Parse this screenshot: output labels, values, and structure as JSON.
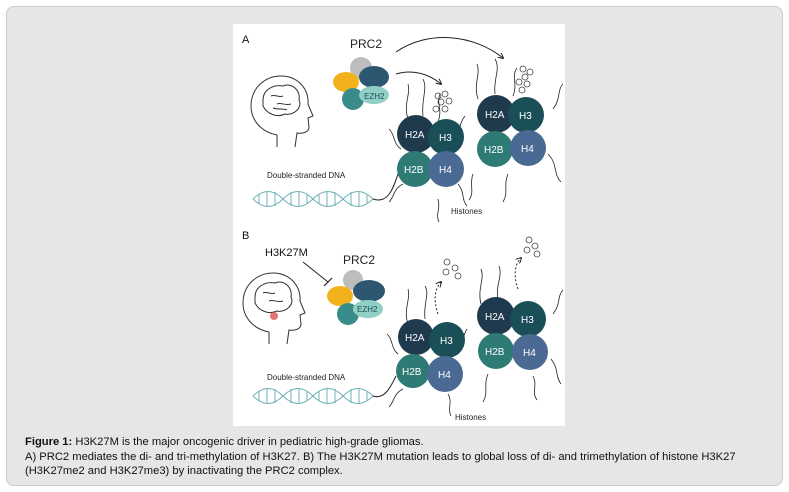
{
  "panels": {
    "a": {
      "label": "A",
      "complex_name": "PRC2",
      "ezh2_label": "EZH2",
      "dna_label": "Double-stranded DNA",
      "histones_label": "Histones",
      "histones": [
        "H2A",
        "H3",
        "H2B",
        "H4"
      ]
    },
    "b": {
      "label": "B",
      "mutation_label": "H3K27M",
      "complex_name": "PRC2",
      "ezh2_label": "EZH2",
      "dna_label": "Double-stranded DNA",
      "histones_label": "Histones",
      "histones": [
        "H2A",
        "H3",
        "H2B",
        "H4"
      ]
    }
  },
  "caption": {
    "figure_label": "Figure 1:",
    "title": " H3K27M is the major oncogenic driver in pediatric high-grade gliomas.",
    "body": "A) PRC2 mediates the di- and tri-methylation of H3K27. B) The H3K27M mutation leads to global loss of di- and trimethylation of histone H3K27 (H3K27me2 and H3K27me3) by inactivating the PRC2 complex."
  },
  "colors": {
    "h2a": "#1f3a4d",
    "h3": "#1a4f58",
    "h2b": "#2e7a74",
    "h4": "#4a6a93",
    "prc2_gray": "#bdbdbd",
    "prc2_yellow": "#f2b21c",
    "prc2_navy": "#2d5670",
    "prc2_teal": "#3a8c8a",
    "ezh2": "#8fcfc5",
    "dna": "#6fb0b8"
  }
}
